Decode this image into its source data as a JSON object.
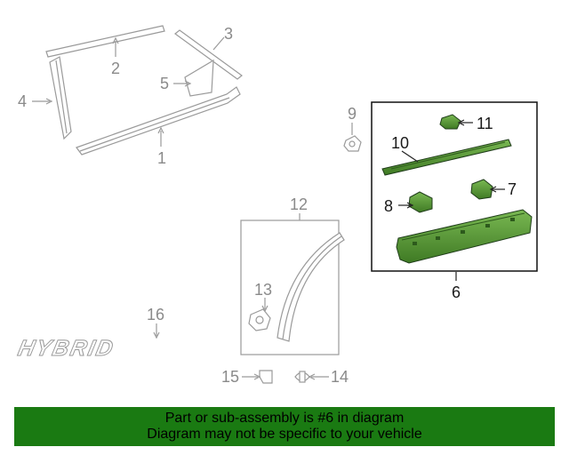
{
  "callouts": {
    "c1": "1",
    "c2": "2",
    "c3": "3",
    "c4": "4",
    "c5": "5",
    "c6": "6",
    "c7": "7",
    "c8": "8",
    "c9": "9",
    "c10": "10",
    "c11": "11",
    "c12": "12",
    "c13": "13",
    "c14": "14",
    "c15": "15",
    "c16": "16"
  },
  "emblem_text": "HYBRID",
  "colors": {
    "highlight_part": "#4c8a2e",
    "banner": "#1a7a12",
    "callout_gray": "#8a8a8a"
  },
  "banner": {
    "line1": "Part or sub-assembly is #6 in diagram",
    "line2": "Diagram may not be specific to your vehicle"
  }
}
